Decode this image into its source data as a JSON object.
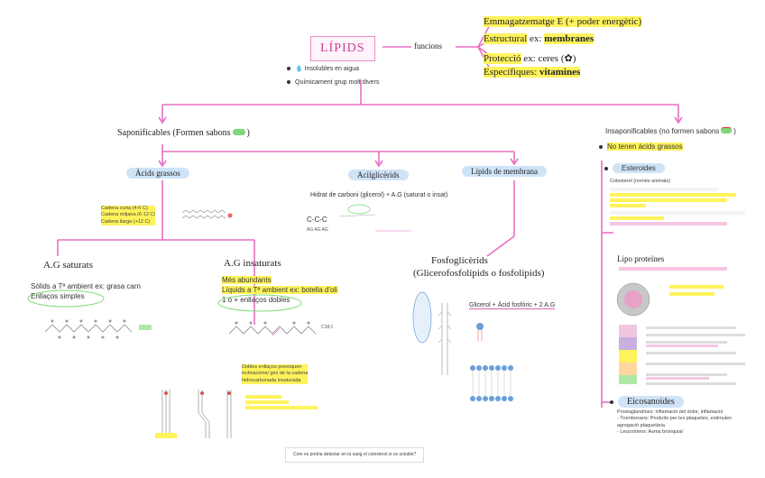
{
  "title": "LÍPIDS",
  "funcions_label": "funcions",
  "funcions": [
    {
      "name": "Emmagatzematge E",
      "rest": " (+ poder energètic)"
    },
    {
      "name": "Estructural",
      "rest": " ex: ",
      "bold": "membranes"
    },
    {
      "name": "Protecció",
      "rest": " ex: ceres (",
      "tail": ")"
    },
    {
      "name": "Específiques",
      "rest": ": ",
      "bold": "vitamines"
    }
  ],
  "props": [
    "Insolubles en aigua",
    "Químicament grup molt divers"
  ],
  "saponificables": "Saponificables (Formen sabons",
  "saponificables_close": ")",
  "insaponificables": "Insaponificables (no formen sabons",
  "insaponificables_close": ")",
  "no_acids": "No tenen àcids grassos",
  "acids_grassos": "Àcids grassos",
  "acilgliccerids": "Acilglicèrids",
  "lipids_membrana": "Lípids de membrana",
  "cadenes": [
    "Cadena curta (4-6 C)",
    "Cadena mitjana (6-12 C)",
    "Cadena llarga (+12 C)"
  ],
  "glicerol_eq": "Hidrat de carboni (glicerol) + A.G (saturat o insat)",
  "ag_saturats": "A.G saturats",
  "saturats_desc": [
    "Sòlids a Tª ambient ex: grasa carn",
    "Enllaços simples"
  ],
  "ag_insaturats": "A.G insaturats",
  "insaturats_desc": [
    "Més abundants",
    "Líquids a Tª ambient ex: botella d'oli",
    "1 o + enllaços dobles"
  ],
  "insat_note": [
    "Dobles enllaços provoquen",
    "inclinacions/ girs de la cadena",
    "hidrocarbonada insaturada"
  ],
  "fosfogliccerids": "Fosfoglicèrids",
  "fosfo_sub": "(Glicerofosfolípids o fosfolípids)",
  "fosfo_eq": "Glicerol + Àcid fosfòric + 2 A.G",
  "esteroides": "Esteroides",
  "colesterol": "Colesterol (només animals)",
  "lipoproteines": "Lipo proteïnes",
  "eicosanoides": "Eicosanoides",
  "eico_items": [
    "Prostaglandines: inflamació del dolor, inflamació",
    "- Tromboxans: Produïts per les plaquetes, estimulen agregació plaquetària",
    "- Leucotriens: Asma bronquial"
  ],
  "bottom_question": "Com es podria detectar en la sang el colesterol si es soluble?",
  "colors": {
    "pink": "#e86fc4",
    "yellow": "#fff35c",
    "blue": "#cfe3f7",
    "green": "#7dd87a"
  }
}
